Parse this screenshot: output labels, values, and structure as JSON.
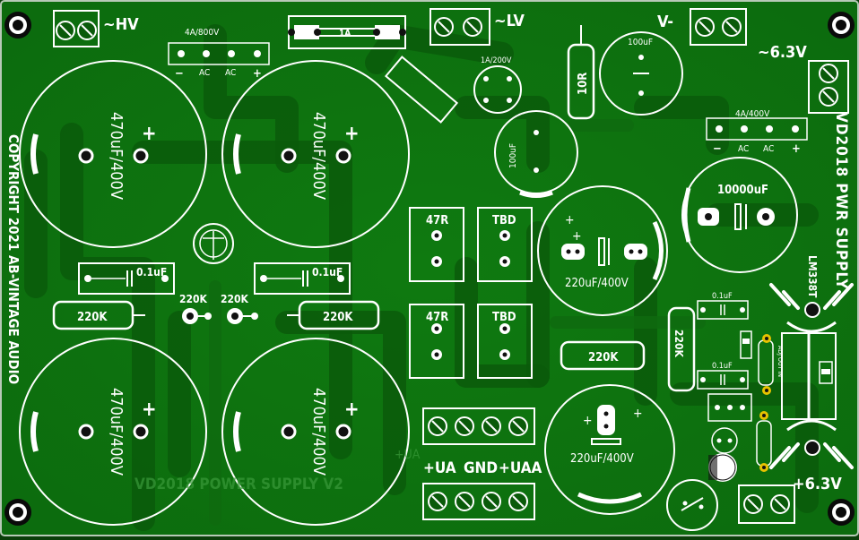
{
  "board": {
    "title_side": "VD2018 PWR SUPPLY",
    "copyright": "COPYRIGHT 2021 AB-VINTAGE AUDIO",
    "bottom_faint": "VD2018 POWER SUPPLY V2"
  },
  "connectors": {
    "hv": "~HV",
    "lv": "~LV",
    "vminus": "V-",
    "v63_top": "~6.3V",
    "v63_bottom": "+6.3V",
    "output_labels": [
      "+UA",
      "GND",
      "+UAA"
    ],
    "faint_ua": "+UA"
  },
  "rectifiers": {
    "hv_bridge": {
      "rating": "4A/800V",
      "pins": [
        "−",
        "AC",
        "AC",
        "+"
      ]
    },
    "lv_bridge": {
      "rating": "1A/200V"
    },
    "heater_bridge": {
      "rating": "4A/400V",
      "pins": [
        "−",
        "AC",
        "AC",
        "+"
      ]
    }
  },
  "capacitors": {
    "big_value": "470uF/400V",
    "plus": "+",
    "c220": "220uF/400V",
    "c100a": "100uF",
    "c100b": "100uF",
    "c10000": "10000uF",
    "film": "0.1uF",
    "film_small": "0.1uF"
  },
  "resistors": {
    "r10": "10R",
    "r220k": "220K",
    "r47": "47R",
    "tbd": "TBD"
  },
  "fuse": {
    "label": "1A"
  },
  "regulator": {
    "part": "LM338T",
    "pins": "ADJ OUT IN"
  }
}
